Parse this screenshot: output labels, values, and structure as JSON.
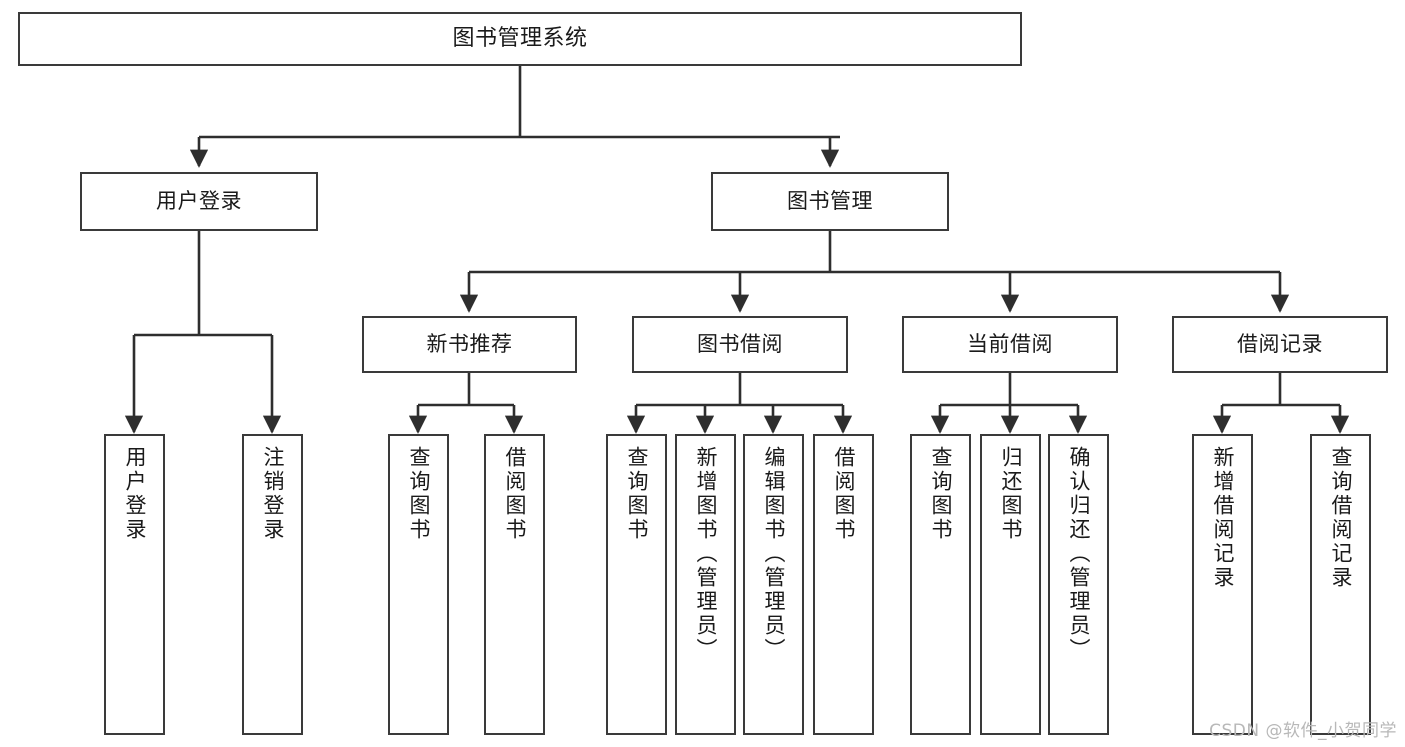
{
  "diagram": {
    "type": "tree-hierarchy-chart",
    "title": "图书管理系统",
    "watermark": "CSDN @软件_小贺同学",
    "colors": {
      "box_border": "#3a3a3a",
      "box_fill": "#ffffff",
      "connector": "#2e2e2e",
      "text": "#1a1a1a",
      "watermark": "#b8b8b8"
    },
    "nodes": {
      "root": {
        "label": "图书管理系统"
      },
      "level2": [
        {
          "label": "用户登录"
        },
        {
          "label": "图书管理"
        }
      ],
      "level3": [
        {
          "label": "新书推荐"
        },
        {
          "label": "图书借阅"
        },
        {
          "label": "当前借阅"
        },
        {
          "label": "借阅记录"
        }
      ],
      "leaves": {
        "user_login": [
          {
            "label": "用户登录"
          },
          {
            "label": "注销登录"
          }
        ],
        "new_book_recommend": [
          {
            "label": "查询图书"
          },
          {
            "label": "借阅图书"
          }
        ],
        "book_borrow": [
          {
            "label": "查询图书"
          },
          {
            "label": "新增图书（管理员）"
          },
          {
            "label": "编辑图书（管理员）"
          },
          {
            "label": "借阅图书"
          }
        ],
        "current_borrow": [
          {
            "label": "查询图书"
          },
          {
            "label": "归还图书"
          },
          {
            "label": "确认归还（管理员）"
          }
        ],
        "borrow_record": [
          {
            "label": "新增借阅记录"
          },
          {
            "label": "查询借阅记录"
          }
        ]
      }
    }
  }
}
